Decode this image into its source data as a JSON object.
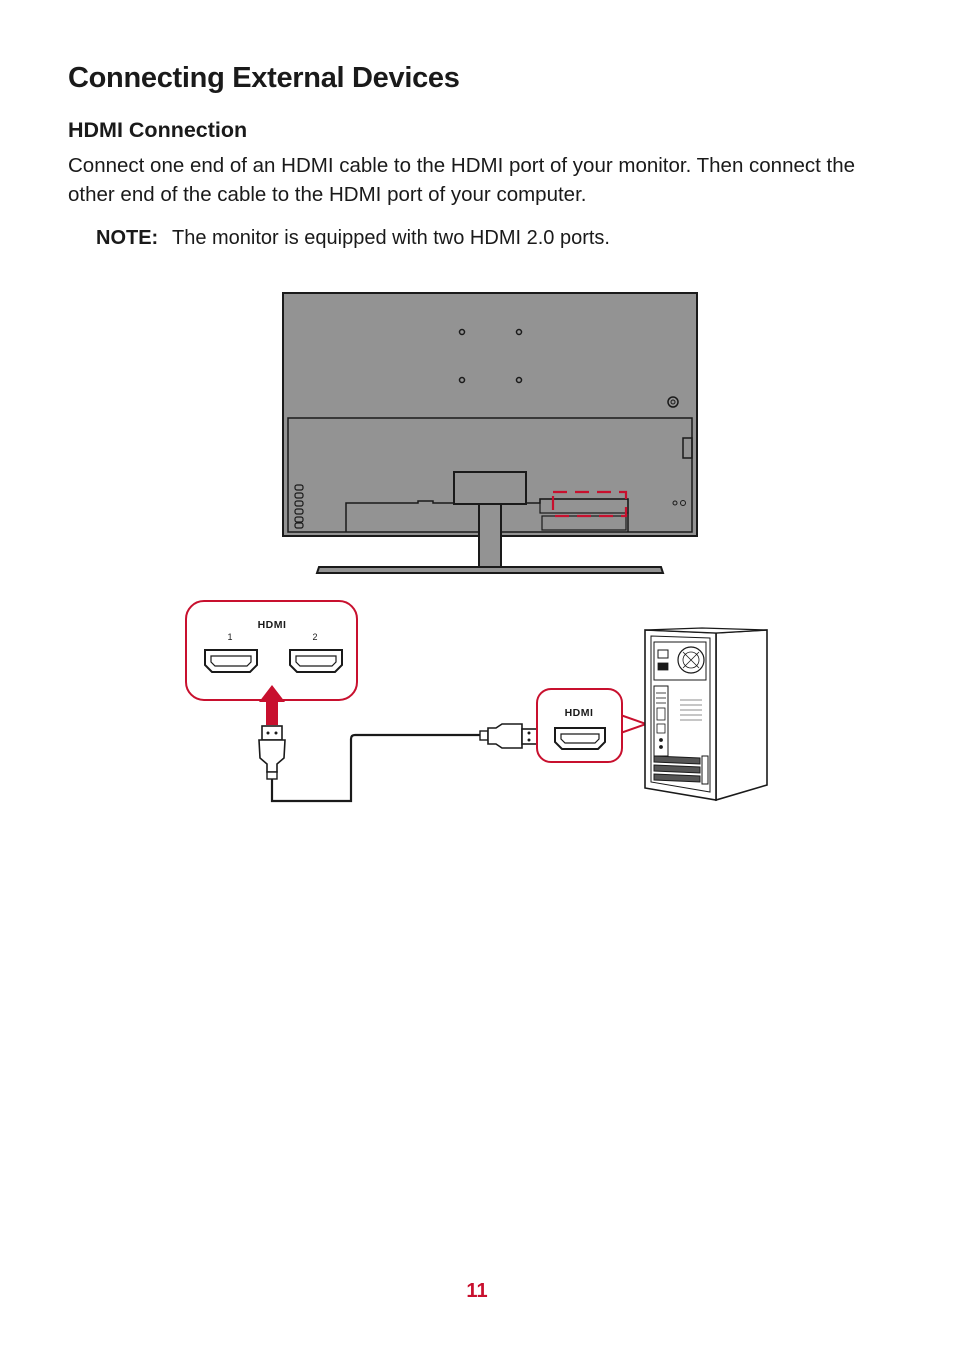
{
  "page": {
    "title": "Connecting External Devices",
    "section_title": "HDMI Connection",
    "body": "Connect one end of an HDMI cable to the HDMI port of your monitor. Then connect the other end of the cable to the HDMI port of your computer.",
    "note_label": "NOTE:",
    "note_text": "The monitor is equipped with two HDMI 2.0 ports.",
    "page_number": "11"
  },
  "figure": {
    "monitor_hdmi_logo": "HDMI",
    "computer_hdmi_logo": "HDMI",
    "port_labels": [
      "1",
      "2"
    ]
  },
  "colors": {
    "accent": "#c8102e",
    "monitor_back": "#939393",
    "outline": "#1a1a1a"
  }
}
